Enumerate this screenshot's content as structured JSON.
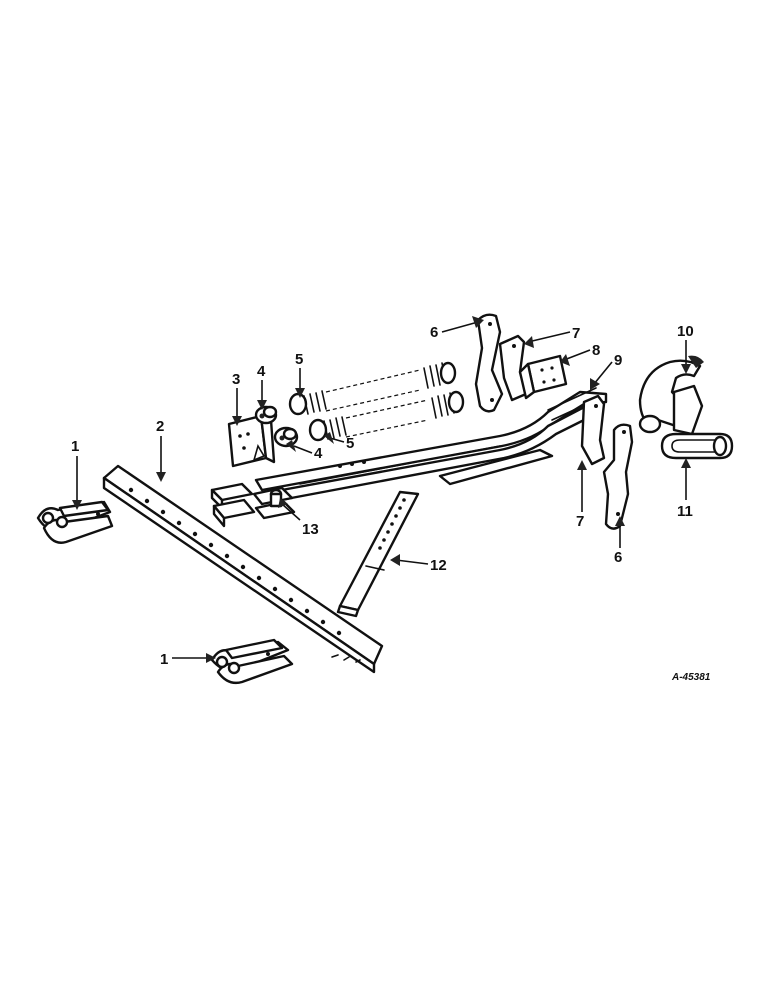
{
  "callouts": [
    {
      "id": "c1a",
      "label": "1"
    },
    {
      "id": "c1b",
      "label": "1"
    },
    {
      "id": "c2",
      "label": "2"
    },
    {
      "id": "c3",
      "label": "3"
    },
    {
      "id": "c4a",
      "label": "4"
    },
    {
      "id": "c4b",
      "label": "4"
    },
    {
      "id": "c5a",
      "label": "5"
    },
    {
      "id": "c5b",
      "label": "5"
    },
    {
      "id": "c6a",
      "label": "6"
    },
    {
      "id": "c6b",
      "label": "6"
    },
    {
      "id": "c7a",
      "label": "7"
    },
    {
      "id": "c7b",
      "label": "7"
    },
    {
      "id": "c8",
      "label": "8"
    },
    {
      "id": "c9",
      "label": "9"
    },
    {
      "id": "c10",
      "label": "10"
    },
    {
      "id": "c11",
      "label": "11"
    },
    {
      "id": "c12",
      "label": "12"
    },
    {
      "id": "c13",
      "label": "13"
    }
  ],
  "reference_code": "A-45381",
  "colors": {
    "ink": "#111111",
    "background": "#ffffff"
  }
}
